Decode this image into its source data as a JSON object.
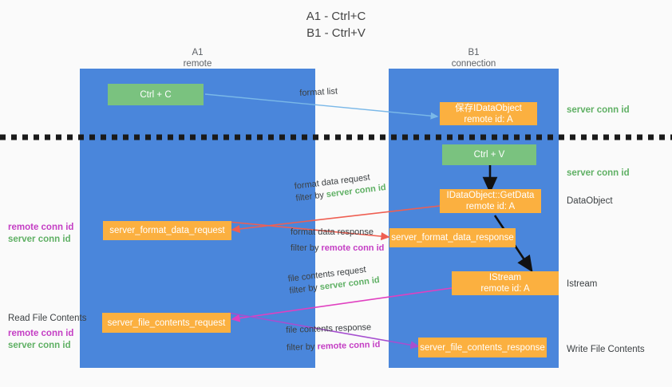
{
  "title": {
    "line1": "A1 - Ctrl+C",
    "line2": "B1 - Ctrl+V"
  },
  "colors": {
    "background": "#fafafa",
    "lane": "#4a86db",
    "green_box": "#7ac27f",
    "orange_box": "#fbb040",
    "green_text": "#5fb064",
    "purple_text": "#c43ec4",
    "arrow_blue": "#7ab8e8",
    "arrow_red": "#ef5f52",
    "arrow_magenta": "#e040c0",
    "arrow_purple": "#a64fd0",
    "arrow_black": "#000000",
    "divider": "#1a1a1a"
  },
  "columns": [
    {
      "name": "A1",
      "sub": "remote"
    },
    {
      "name": "B1",
      "sub": "connection"
    }
  ],
  "boxes": [
    {
      "id": "ctrl-c",
      "lane": "A1",
      "style": "green",
      "line1": "Ctrl + C",
      "line2": ""
    },
    {
      "id": "save-idataobject",
      "lane": "B1",
      "style": "orange",
      "line1": "保存IDataObject",
      "line2": "remote id: A"
    },
    {
      "id": "ctrl-v",
      "lane": "B1",
      "style": "green",
      "line1": "Ctrl + V",
      "line2": ""
    },
    {
      "id": "idataobject-getdata",
      "lane": "B1",
      "style": "orange",
      "line1": "IDataObject::GetData",
      "line2": "remote id: A"
    },
    {
      "id": "server-format-data-request",
      "lane": "A1",
      "style": "orange",
      "line1": "server_format_data_request",
      "line2": ""
    },
    {
      "id": "server-format-data-response",
      "lane": "B1",
      "style": "orange",
      "line1": "server_format_data_response",
      "line2": ""
    },
    {
      "id": "istream",
      "lane": "B1",
      "style": "orange",
      "line1": "IStream",
      "line2": "remote id: A"
    },
    {
      "id": "server-file-contents-request",
      "lane": "A1",
      "style": "orange",
      "line1": "server_file_contents_request",
      "line2": ""
    },
    {
      "id": "server-file-contents-response",
      "lane": "B1",
      "style": "orange",
      "line1": "server_file_contents_response",
      "line2": ""
    }
  ],
  "right_annotations": [
    {
      "id": "server-conn-id-1",
      "text": "server conn id",
      "kind": "green"
    },
    {
      "id": "server-conn-id-2",
      "text": "server conn id",
      "kind": "green"
    },
    {
      "id": "dataobject",
      "text": "DataObject",
      "kind": "plain"
    },
    {
      "id": "istream-label",
      "text": "Istream",
      "kind": "plain"
    },
    {
      "id": "write-file-contents",
      "text": "Write File Contents",
      "kind": "plain"
    }
  ],
  "left_annotations": [
    {
      "id": "left-group-1-remote",
      "text": "remote conn id",
      "kind": "purple"
    },
    {
      "id": "left-group-1-server",
      "text": "server conn id",
      "kind": "green"
    },
    {
      "id": "read-file-contents",
      "text": "Read File Contents",
      "kind": "plain"
    },
    {
      "id": "left-group-2-remote",
      "text": "remote conn id",
      "kind": "purple"
    },
    {
      "id": "left-group-2-server",
      "text": "server conn id",
      "kind": "green"
    }
  ],
  "arrow_labels": [
    {
      "id": "format-list",
      "line1": "format list",
      "filter_prefix": "",
      "filter_value": "",
      "filter_kind": ""
    },
    {
      "id": "format-data-request",
      "line1": "format data request",
      "filter_prefix": "filter by ",
      "filter_value": "server conn id",
      "filter_kind": "green"
    },
    {
      "id": "format-data-response",
      "line1": "format data response",
      "filter_prefix": "filter by ",
      "filter_value": "remote conn id",
      "filter_kind": "purple"
    },
    {
      "id": "file-contents-request",
      "line1": "file contents request",
      "filter_prefix": "filter by ",
      "filter_value": "server conn id",
      "filter_kind": "green"
    },
    {
      "id": "file-contents-response",
      "line1": "file contents response",
      "filter_prefix": "filter by ",
      "filter_value": "remote conn id",
      "filter_kind": "purple"
    }
  ]
}
